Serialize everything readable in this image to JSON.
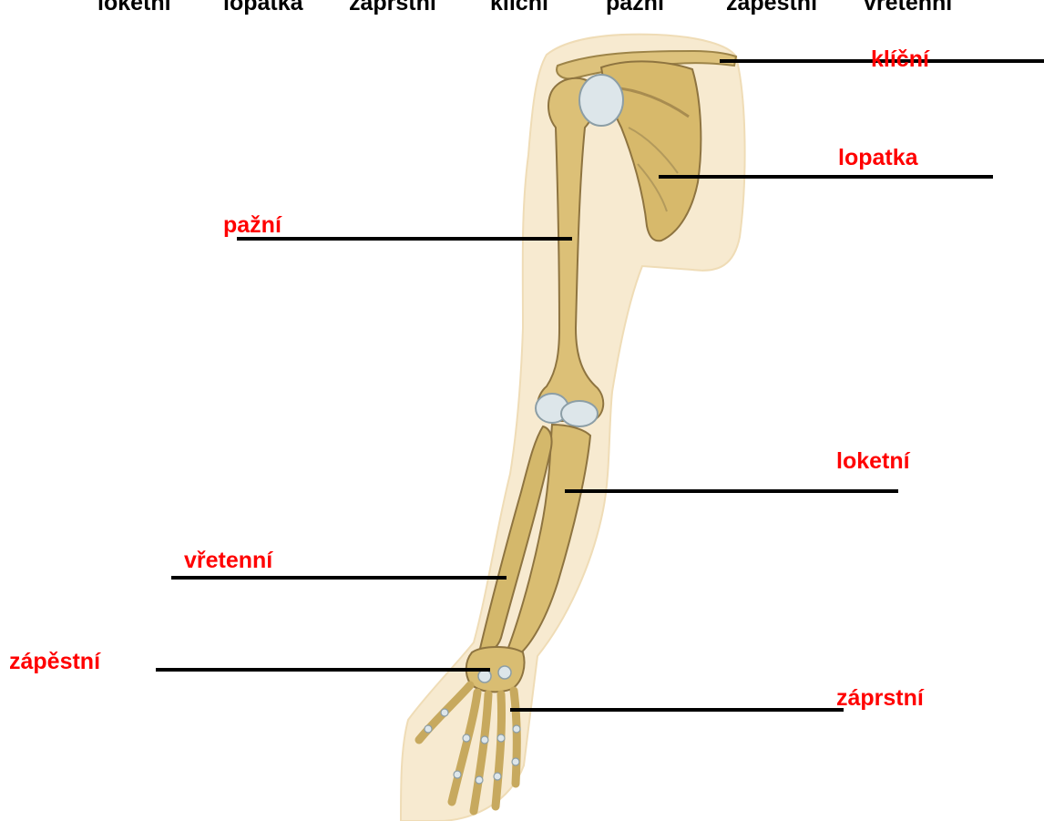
{
  "word_bank": [
    "loketní",
    "lopatka",
    "záprstní",
    "klíční",
    "pažní",
    "zápěstní",
    "vřetenní"
  ],
  "labels": {
    "klicni": "klíční",
    "lopatka": "lopatka",
    "pazni": "pažní",
    "loketni": "loketní",
    "vretenni": "vřetenní",
    "zapestni": "zápěstní",
    "zaprstni": "záprstní"
  },
  "colors": {
    "label": "#ff0000",
    "line": "#000000",
    "bone": "#d9bd72",
    "skin": "#f6e9cc",
    "cartilage": "#dde6ea"
  }
}
